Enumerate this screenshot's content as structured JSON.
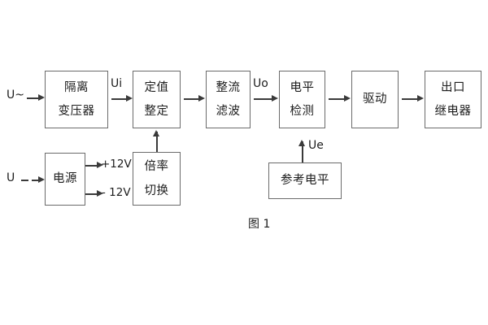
{
  "diagram": {
    "caption": "图 1",
    "inputs": [
      {
        "name": "ac-input",
        "label": "U~"
      },
      {
        "name": "power-input",
        "label": "U"
      }
    ],
    "signals": [
      {
        "name": "ui",
        "label": "Ui"
      },
      {
        "name": "uo",
        "label": "Uo"
      },
      {
        "name": "ue",
        "label": "Ue"
      }
    ],
    "rails": [
      {
        "name": "positive-rail",
        "label": "+12V"
      },
      {
        "name": "negative-rail",
        "label": "- 12V"
      }
    ],
    "blocks": [
      {
        "id": "isolation-transformer",
        "lines": [
          "隔离",
          "变压器"
        ]
      },
      {
        "id": "setpoint-setting",
        "lines": [
          "定值",
          "整定"
        ]
      },
      {
        "id": "rectify-filter",
        "lines": [
          "整流",
          "滤波"
        ]
      },
      {
        "id": "level-detection",
        "lines": [
          "电平",
          "检测"
        ]
      },
      {
        "id": "driver",
        "lines": [
          "驱动"
        ]
      },
      {
        "id": "output-relay",
        "lines": [
          "出口",
          "继电器"
        ]
      },
      {
        "id": "power-supply",
        "lines": [
          "电源"
        ]
      },
      {
        "id": "ratio-switch",
        "lines": [
          "倍率",
          "切换"
        ]
      },
      {
        "id": "reference-level",
        "lines": [
          "参考电平"
        ]
      }
    ],
    "colors": {
      "background": "#ffffff",
      "box_border": "#6b6b6b",
      "line": "#3a3a3a",
      "text": "#1d1d1d"
    }
  }
}
